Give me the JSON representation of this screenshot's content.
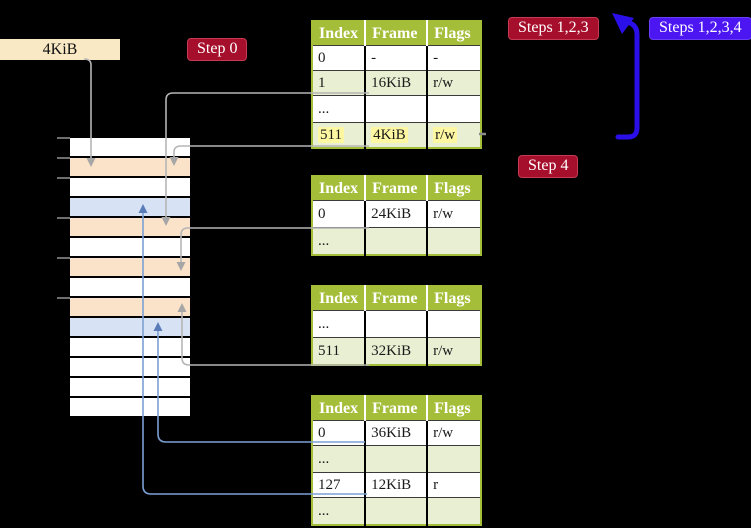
{
  "cr3_box": {
    "label": "4KiB"
  },
  "badges": {
    "step0": {
      "label": "Step 0"
    },
    "steps123": {
      "label": "Steps 1,2,3"
    },
    "steps1234": {
      "label": "Steps 1,2,3,4"
    },
    "step4": {
      "label": "Step 4"
    }
  },
  "memory_stack": {
    "rows": [
      {
        "color": "white"
      },
      {
        "color": "peach"
      },
      {
        "color": "white"
      },
      {
        "color": "blue"
      },
      {
        "color": "peach"
      },
      {
        "color": "white"
      },
      {
        "color": "peach"
      },
      {
        "color": "white"
      },
      {
        "color": "peach"
      },
      {
        "color": "blue"
      },
      {
        "color": "white"
      },
      {
        "color": "white"
      },
      {
        "color": "white"
      },
      {
        "color": "white"
      }
    ]
  },
  "tables": [
    {
      "headers": [
        "Index",
        "Frame",
        "Flags"
      ],
      "rows": [
        {
          "cells": [
            "0",
            "-",
            "-"
          ],
          "shaded": false,
          "highlighted": false
        },
        {
          "cells": [
            "1",
            "16KiB",
            "r/w"
          ],
          "shaded": true,
          "highlighted": false
        },
        {
          "cells": [
            "...",
            "",
            ""
          ],
          "shaded": false,
          "highlighted": false
        },
        {
          "cells": [
            "511",
            "4KiB",
            "r/w"
          ],
          "shaded": true,
          "highlighted": true
        }
      ]
    },
    {
      "headers": [
        "Index",
        "Frame",
        "Flags"
      ],
      "rows": [
        {
          "cells": [
            "0",
            "24KiB",
            "r/w"
          ],
          "shaded": false,
          "highlighted": false
        },
        {
          "cells": [
            "...",
            "",
            ""
          ],
          "shaded": true,
          "highlighted": false
        }
      ]
    },
    {
      "headers": [
        "Index",
        "Frame",
        "Flags"
      ],
      "rows": [
        {
          "cells": [
            "...",
            "",
            ""
          ],
          "shaded": false,
          "highlighted": false
        },
        {
          "cells": [
            "511",
            "32KiB",
            "r/w"
          ],
          "shaded": true,
          "highlighted": false
        }
      ]
    },
    {
      "headers": [
        "Index",
        "Frame",
        "Flags"
      ],
      "rows": [
        {
          "cells": [
            "0",
            "36KiB",
            "r/w"
          ],
          "shaded": false,
          "highlighted": false
        },
        {
          "cells": [
            "...",
            "",
            ""
          ],
          "shaded": true,
          "highlighted": false
        },
        {
          "cells": [
            "127",
            "12KiB",
            "r"
          ],
          "shaded": false,
          "highlighted": false
        },
        {
          "cells": [
            "...",
            "",
            ""
          ],
          "shaded": true,
          "highlighted": false
        }
      ]
    }
  ],
  "arrows": [
    {
      "from": "cr3-box-4KiB",
      "to": "memory-frame-row-2",
      "color": "gray"
    },
    {
      "from": "table-1-row-511",
      "to": "memory-frame-row-2",
      "color": "gray"
    },
    {
      "from": "table-1-row-1",
      "to": "memory-frame-row-5",
      "color": "gray"
    },
    {
      "from": "table-2-row-0",
      "to": "memory-frame-row-7",
      "color": "gray"
    },
    {
      "from": "table-3-row-511",
      "to": "memory-frame-row-9",
      "color": "gray"
    },
    {
      "from": "table-4-row-0",
      "to": "memory-frame-row-10",
      "color": "blue"
    },
    {
      "from": "table-4-row-127",
      "to": "memory-frame-row-4",
      "color": "blue"
    },
    {
      "from": "step-4-region",
      "to": "table-1",
      "color": "violet"
    }
  ],
  "colors": {
    "badge_red": "#a60f2c",
    "badge_red_border": "#c43b52",
    "badge_violet": "#4c16f3",
    "header_green": "#a4be3a",
    "row_green": "#e9efd3",
    "highlight_yellow": "#fdf7a1",
    "frame_peach": "#fbe3c9",
    "frame_blue": "#d7e3f4",
    "box_cream": "#f9e9c5",
    "arrow_gray": "#b5b5b5",
    "arrowhead_gray": "#a6a6a6",
    "arrow_blue": "#7da0d4",
    "arrowhead_blue": "#5a7cb8",
    "loop_arrow_blue": "#2b0fe8",
    "tick_gray": "#6f6f6f"
  }
}
